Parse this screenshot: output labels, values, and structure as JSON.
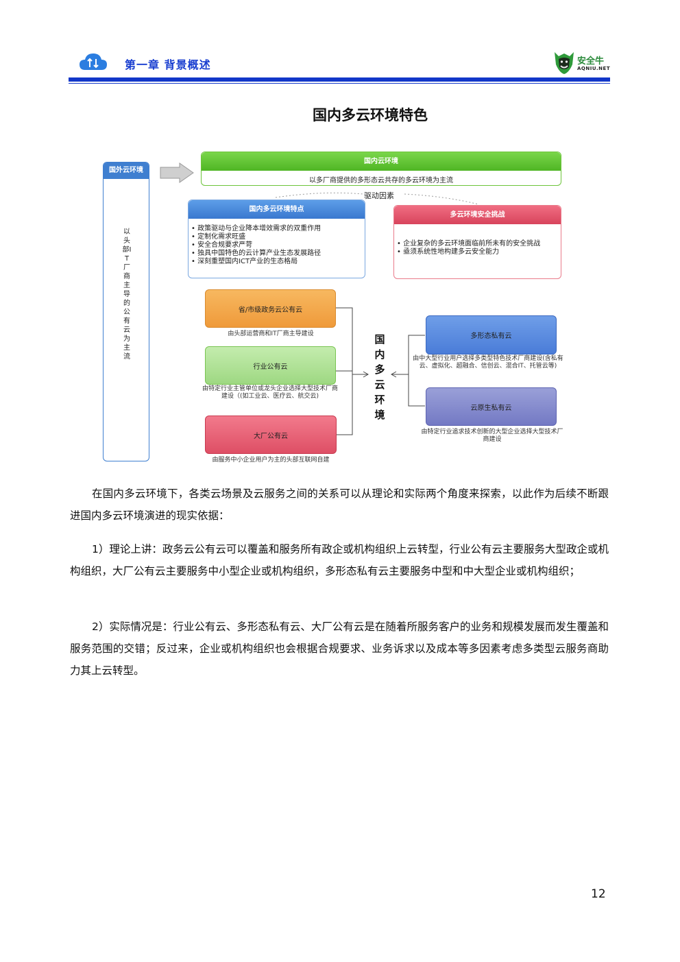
{
  "header": {
    "chapter": "第一章  背景概述",
    "brand": "安全牛",
    "brand_sub": "AQNIU.NET"
  },
  "figure": {
    "title": "国内多云环境特色",
    "foreign": {
      "title": "国外云环境",
      "body": "以头部IT厂商主导的公有云为主流"
    },
    "domestic_env": {
      "title": "国内云环境",
      "body": "以多厂商提供的多形态云共存的多云环境为主流"
    },
    "drive": "驱动因素",
    "features": {
      "title": "国内多云环境特点",
      "items": [
        "政策驱动与企业降本增效需求的双重作用",
        "定制化需求旺盛",
        "安全合规要求严苛",
        "独具中国特色的云计算产业生态发展路径",
        "深刻重塑国内ICT产业的生态格局"
      ]
    },
    "challenges": {
      "title": "多云环境安全挑战",
      "items": [
        "企业复杂的多云环境面临前所未有的安全挑战",
        "亟须系统性地构建多云安全能力"
      ]
    },
    "center": "国内多云环境",
    "left_boxes": [
      {
        "label": "省/市级政务云公有云",
        "caption": "由头部运营商和IT厂商主导建设"
      },
      {
        "label": "行业公有云",
        "caption": "由特定行业主管单位或龙头企业选择大型技术厂商建设（(如工业云、医疗云、航交云)"
      },
      {
        "label": "大厂公有云",
        "caption": "由服务中小企业用户为主的头部互联网自建"
      }
    ],
    "right_boxes": [
      {
        "label": "多形态私有云",
        "caption": "由中大型行业用户选择多类型特色技术厂商建设(含私有云、虚拟化、超融合、信创云、混合IT、托管云等)"
      },
      {
        "label": "云原生私有云",
        "caption": "由特定行业追求技术创新的大型企业选择大型技术厂商建设"
      }
    ]
  },
  "paragraphs": [
    "在国内多云环境下，各类云场景及云服务之间的关系可以从理论和实际两个角度来探索，以此作为后续不断跟进国内多云环境演进的现实依据：",
    "1）理论上讲：政务云公有云可以覆盖和服务所有政企或机构组织上云转型，行业公有云主要服务大型政企或机构组织，大厂公有云主要服务中小型企业或机构组织，多形态私有云主要服务中型和中大型企业或机构组织；",
    "2）实际情况是：行业公有云、多形态私有云、大厂公有云是在随着所服务客户的业务和规模发展而发生覆盖和服务范围的交错；反过来，企业或机构组织也会根据合规要求、业务诉求以及成本等多因素考虑多类型云服务商助力其上云转型。"
  ],
  "page_number": "12",
  "colors": {
    "accent": "#1237c9",
    "green": "#5ac32a",
    "blue": "#4a86d8",
    "red": "#e2556b",
    "orange": "#f2a34a",
    "light_green": "#a8e08a",
    "purple": "#7b7fc9"
  }
}
